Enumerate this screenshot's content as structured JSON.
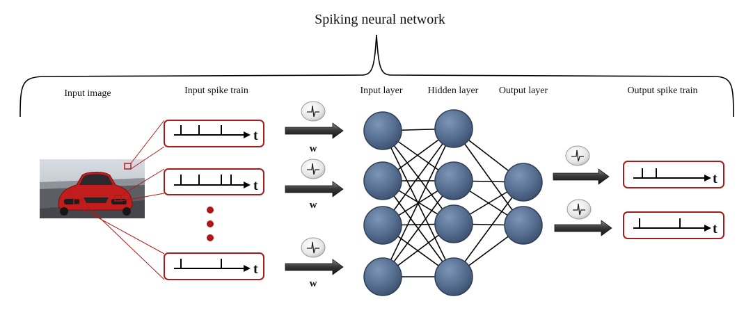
{
  "title": "Spiking neural network",
  "labels": {
    "input_image": "Input image",
    "input_spike_train": "Input spike train",
    "input_layer": "Input layer",
    "hidden_layer": "Hidden layer",
    "output_layer": "Output layer",
    "output_spike_train": "Output spike train"
  },
  "axis_symbol": "t",
  "weight_symbol": "w",
  "input_spike_trains": [
    {
      "spike_count": 3
    },
    {
      "spike_count": 4
    },
    {
      "spike_count": 2
    }
  ],
  "output_spike_trains": [
    {
      "spike_count": 2
    },
    {
      "spike_count": 2
    }
  ],
  "network": {
    "input_neurons": 4,
    "hidden_neurons": 4,
    "output_neurons": 2
  },
  "colors": {
    "box_border": "#a51c1c",
    "neuron_fill": "#4f6585",
    "neuron_stroke": "#2e3e57",
    "ellipsis_dots": "#b01515",
    "car_body": "#c21d1d",
    "track": "#55575c",
    "sky": "#c9ced6"
  }
}
